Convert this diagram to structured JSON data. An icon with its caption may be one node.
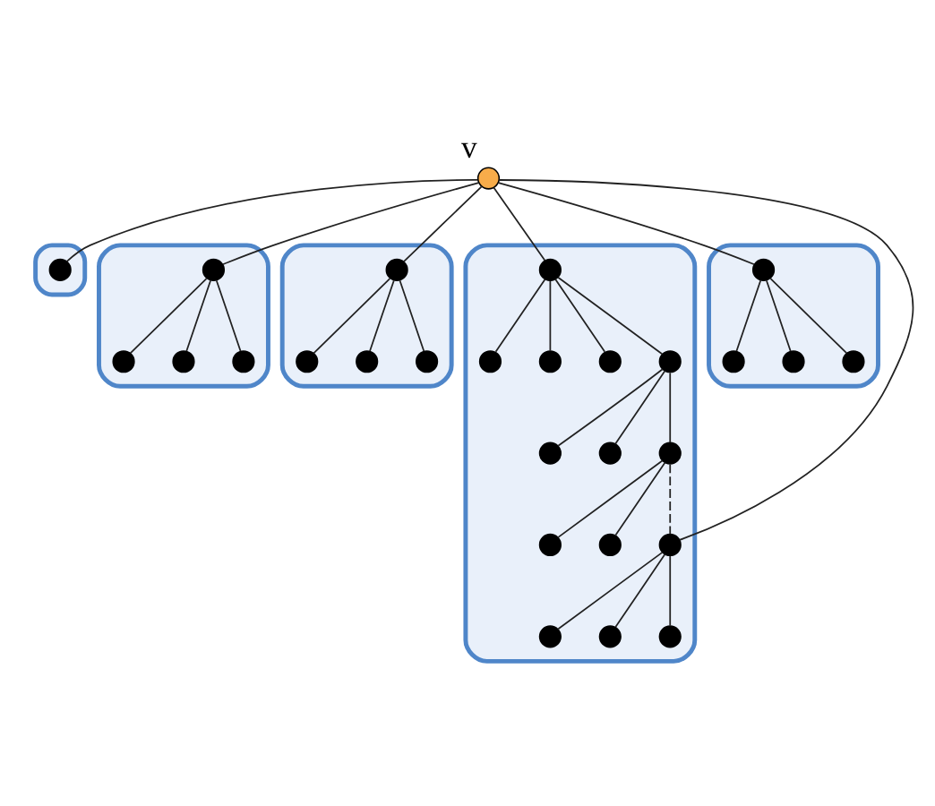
{
  "diagram": {
    "nodes": [
      {
        "text": [],
        "shape": "cloud"
      },
      {
        "text": [],
        "shape": "circle",
        "in": 0
      },
      {
        "text": [],
        "shape": "cloud"
      },
      {
        "text": [],
        "shape": "circle",
        "in": 2
      },
      {
        "text": [],
        "shape": "circle",
        "in": 2
      },
      {
        "text": [],
        "shape": "circle",
        "in": 2
      },
      {
        "text": [],
        "shape": "circle",
        "in": 2
      },
      {
        "text": [],
        "shape": "cloud"
      },
      {
        "text": [],
        "shape": "circle",
        "in": 7
      },
      {
        "text": [],
        "shape": "circle",
        "in": 7
      },
      {
        "text": [],
        "shape": "circle",
        "in": 7
      },
      {
        "text": [],
        "shape": "circle",
        "in": 7
      },
      {
        "text": [],
        "shape": "circle",
        "beside": [
          "v"
        ]
      },
      {
        "text": [],
        "shape": "cloud"
      },
      {
        "text": [],
        "shape": "circle",
        "in": 13
      },
      {
        "text": [],
        "shape": "circle",
        "in": 13
      },
      {
        "text": [],
        "shape": "circle",
        "in": 13
      },
      {
        "text": [],
        "shape": "circle",
        "in": 13
      },
      {
        "text": [],
        "shape": "circle",
        "in": 13
      },
      {
        "text": [],
        "shape": "circle",
        "in": 13
      },
      {
        "text": [],
        "shape": "circle",
        "in": 13
      },
      {
        "text": [],
        "shape": "circle",
        "in": 13
      },
      {
        "text": [],
        "shape": "circle",
        "in": 13
      },
      {
        "text": [],
        "shape": "circle",
        "in": 13
      },
      {
        "text": [],
        "shape": "circle",
        "in": 13
      },
      {
        "text": [],
        "shape": "circle",
        "in": 13
      },
      {
        "text": [],
        "shape": "circle",
        "in": 13
      },
      {
        "text": [],
        "shape": "circle",
        "in": 13
      },
      {
        "text": [],
        "shape": "cloud"
      },
      {
        "text": [],
        "shape": "circle",
        "in": 28
      },
      {
        "text": [],
        "shape": "circle",
        "in": 28
      },
      {
        "text": [],
        "shape": "circle",
        "in": 28
      },
      {
        "text": [],
        "shape": "circle",
        "in": 28
      }
    ],
    "edges": [
      {
        "from": 12,
        "to": 1,
        "arrow": "none"
      },
      {
        "from": 12,
        "to": 3,
        "arrow": "none"
      },
      {
        "from": 3,
        "to": 4,
        "arrow": "none"
      },
      {
        "from": 3,
        "to": 5,
        "arrow": "none"
      },
      {
        "from": 3,
        "to": 6,
        "arrow": "none"
      },
      {
        "from": 12,
        "to": 8,
        "arrow": "none"
      },
      {
        "from": 8,
        "to": 9,
        "arrow": "none"
      },
      {
        "from": 8,
        "to": 10,
        "arrow": "none"
      },
      {
        "from": 8,
        "to": 11,
        "arrow": "none"
      },
      {
        "from": 12,
        "to": 14,
        "arrow": "none"
      },
      {
        "from": 14,
        "to": 15,
        "arrow": "none"
      },
      {
        "from": 14,
        "to": 16,
        "arrow": "none"
      },
      {
        "from": 14,
        "to": 17,
        "arrow": "none"
      },
      {
        "from": 14,
        "to": 18,
        "arrow": "none"
      },
      {
        "from": 18,
        "to": 19,
        "arrow": "none"
      },
      {
        "from": 18,
        "to": 20,
        "arrow": "none"
      },
      {
        "from": 18,
        "to": 21,
        "arrow": "none"
      },
      {
        "from": 21,
        "to": 22,
        "arrow": "none"
      },
      {
        "from": 21,
        "to": 23,
        "arrow": "none"
      },
      {
        "from": 21,
        "to": 24,
        "arrow": "none",
        "style": "dashed"
      },
      {
        "from": 12,
        "to": 24,
        "arrow": "none"
      },
      {
        "from": 24,
        "to": 25,
        "arrow": "none"
      },
      {
        "from": 24,
        "to": 26,
        "arrow": "none"
      },
      {
        "from": 24,
        "to": 27,
        "arrow": "none"
      },
      {
        "from": 12,
        "to": 29,
        "arrow": "none"
      },
      {
        "from": 29,
        "to": 30,
        "arrow": "none"
      },
      {
        "from": 29,
        "to": 31,
        "arrow": "none"
      },
      {
        "from": 29,
        "to": 32,
        "arrow": "none"
      }
    ]
  }
}
